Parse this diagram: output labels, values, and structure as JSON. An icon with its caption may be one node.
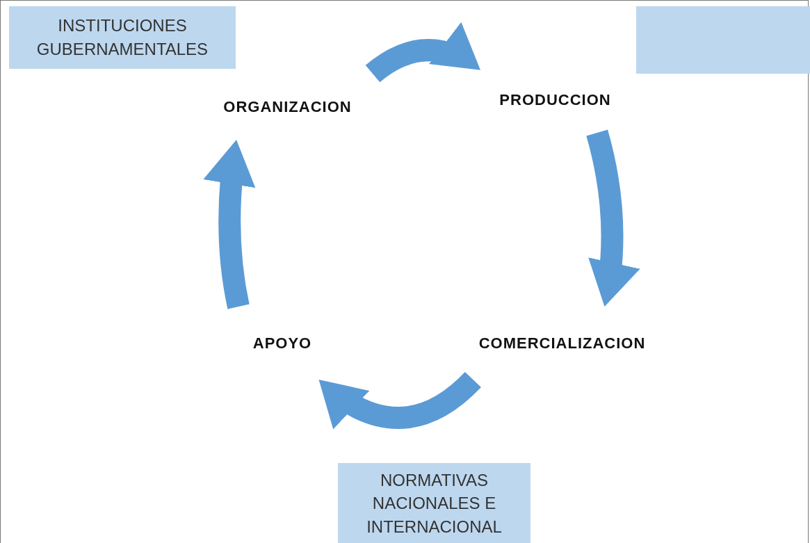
{
  "diagram": {
    "nodes": [
      {
        "text": [
          "INSTITUCIONES GUBERNAMENTALES"
        ]
      },
      {
        "text": [],
        "shape": "box"
      },
      {
        "text": [
          "ORGANIZACION"
        ]
      },
      {
        "text": [
          "PRODUCCION"
        ]
      },
      {
        "text": [
          "COMERCIALIZACION"
        ]
      },
      {
        "text": [
          "APOYO"
        ]
      },
      {
        "text": [
          "NORMATIVAS NACIONALES E INTERNACIONAL"
        ]
      }
    ],
    "edges": [
      {
        "from": 2,
        "to": 3,
        "arrow": "to"
      },
      {
        "from": 3,
        "to": 4,
        "arrow": "to"
      },
      {
        "from": 4,
        "to": 5,
        "arrow": "to"
      },
      {
        "from": 5,
        "to": 2,
        "arrow": "to"
      }
    ]
  }
}
